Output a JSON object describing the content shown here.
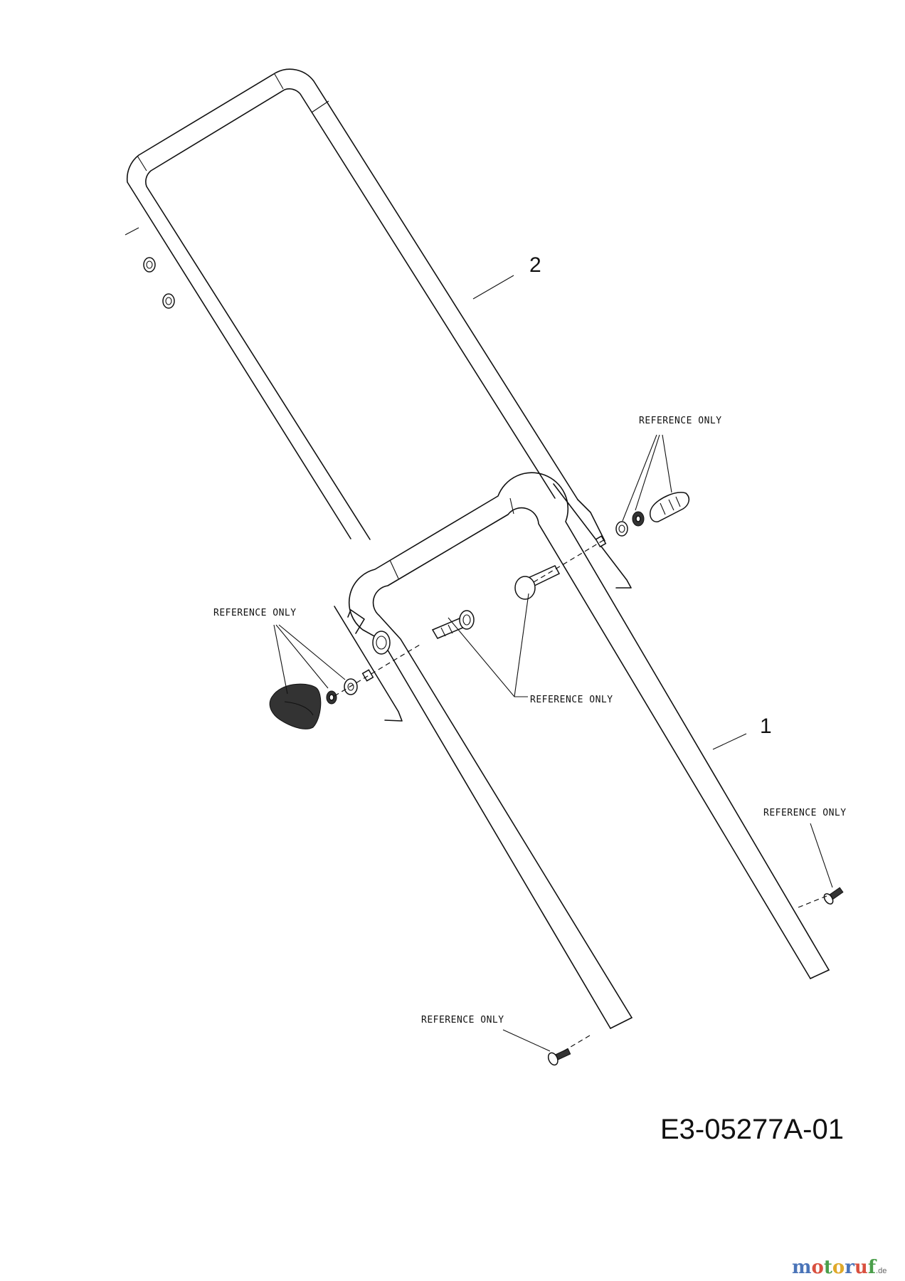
{
  "diagram": {
    "callouts": [
      {
        "id": "part-1",
        "number": "1"
      },
      {
        "id": "part-2",
        "number": "2"
      }
    ],
    "reference_labels": [
      "REFERENCE ONLY",
      "REFERENCE ONLY",
      "REFERENCE ONLY",
      "REFERENCE ONLY",
      "REFERENCE ONLY"
    ],
    "drawing_number": "E3-05277A-01"
  },
  "watermark": {
    "letters": [
      "m",
      "o",
      "t",
      "o",
      "r",
      "u",
      "f"
    ],
    "suffix": ".de",
    "colors": [
      "#4a74b8",
      "#d9503f",
      "#4a9e4a",
      "#e0a92a",
      "#4a74b8",
      "#d9503f",
      "#4a9e4a"
    ]
  }
}
